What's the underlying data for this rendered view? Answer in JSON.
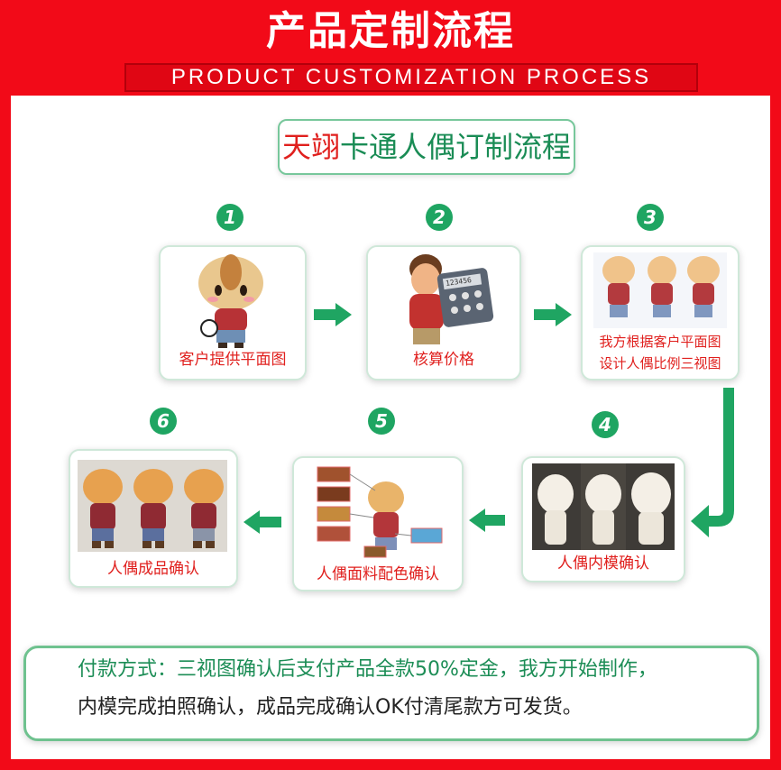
{
  "header": {
    "title_cn": "产品定制流程",
    "title_en": "PRODUCT CUSTOMIZATION PROCESS"
  },
  "subtitle": {
    "red_part": "天翊",
    "green_part": "卡通人偶订制流程"
  },
  "steps": [
    {
      "number": "1",
      "caption": "客户提供平面图",
      "caption2": ""
    },
    {
      "number": "2",
      "caption": "核算价格",
      "caption2": ""
    },
    {
      "number": "3",
      "caption": "我方根据客户平面图",
      "caption2": "设计人偶比例三视图"
    },
    {
      "number": "4",
      "caption": "人偶内模确认",
      "caption2": ""
    },
    {
      "number": "5",
      "caption": "人偶面料配色确认",
      "caption2": ""
    },
    {
      "number": "6",
      "caption": "人偶成品确认",
      "caption2": ""
    }
  ],
  "calculator_display": "123456",
  "payment": {
    "line1": "付款方式：三视图确认后支付产品全款50%定金，我方开始制作，",
    "line2": "内模完成拍照确认，成品完成确认OK付清尾款方可发货。"
  },
  "colors": {
    "background_red": "#f20a18",
    "accent_green": "#1fa562",
    "caption_red": "#e0201e"
  }
}
